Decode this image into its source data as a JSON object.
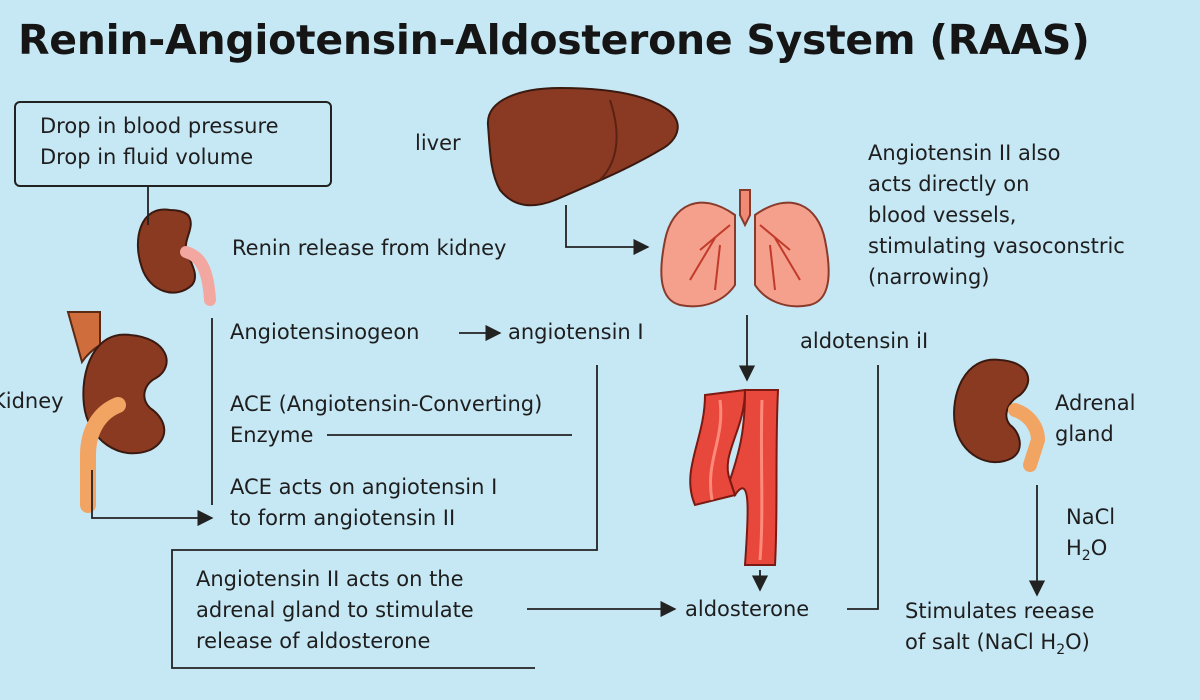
{
  "title": "Renin-Angiotensin-Aldosterone System (RAAS)",
  "trigger": {
    "line1": "Drop in blood pressure",
    "line2": "Drop in fluid volume"
  },
  "labels": {
    "liver": "liver",
    "renin": "Renin release from kidney",
    "angiotensinogen": "Angiotensinogeon",
    "angiotensin1": "angiotensin I",
    "kidney": "Kidney",
    "ace_line1": "ACE (Angiotensin-Converting)",
    "ace_line2": "Enzyme",
    "ace_acts_line1": "ACE acts on angiotensin I",
    "ace_acts_line2": "to form angiotensin II",
    "aldotensin": "aldotensin iI",
    "aldosterone": "aldosterone",
    "adrenal_line1": "Adrenal",
    "adrenal_line2": "gland",
    "nacl": "NaCl",
    "h2o_main": "H",
    "h2o_sub": "2",
    "h2o_end": "O"
  },
  "vaso_note": {
    "line1": "Angiotensin II also",
    "line2": "acts directly on",
    "line3": "blood vessels,",
    "line4": "stimulating vasoconstric",
    "line5": "(narrowing)"
  },
  "adrenal_box": {
    "line1": "Angiotensin II acts on the",
    "line2": "adrenal gland to stimulate",
    "line3": "release of aldosterone"
  },
  "stimulates": {
    "line1": "Stimulates reease",
    "line2_pre": "of salt (NaCl H",
    "line2_sub": "2",
    "line2_post": "O)"
  },
  "colors": {
    "background": "#c6e7f4",
    "kidney": "#8b3a22",
    "ureter": "#f2a463",
    "liver": "#8a3a22",
    "lung": "#f4a08c",
    "vessel": "#e8473c"
  },
  "icons": [
    "kidney-icon",
    "liver-icon",
    "lungs-icon",
    "blood-vessel-icon",
    "adrenal-kidney-icon"
  ]
}
